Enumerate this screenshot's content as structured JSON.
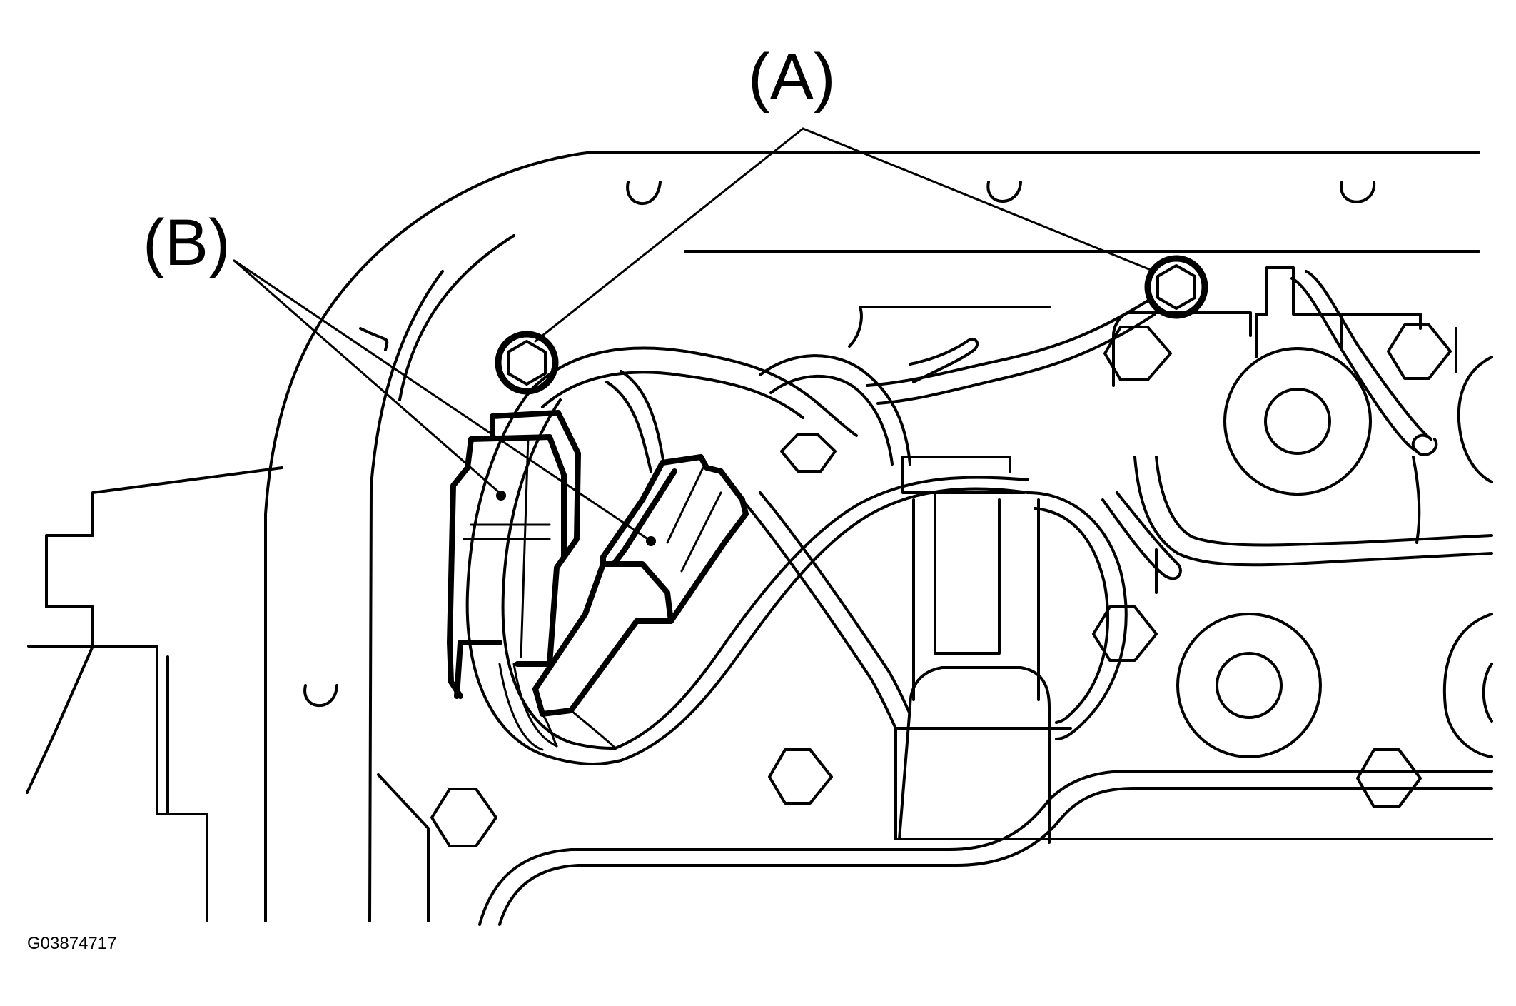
{
  "callouts": {
    "a": "(A)",
    "b": "(B)"
  },
  "figure_id": "G03874717",
  "colors": {
    "ink": "#000000",
    "background": "#ffffff"
  }
}
